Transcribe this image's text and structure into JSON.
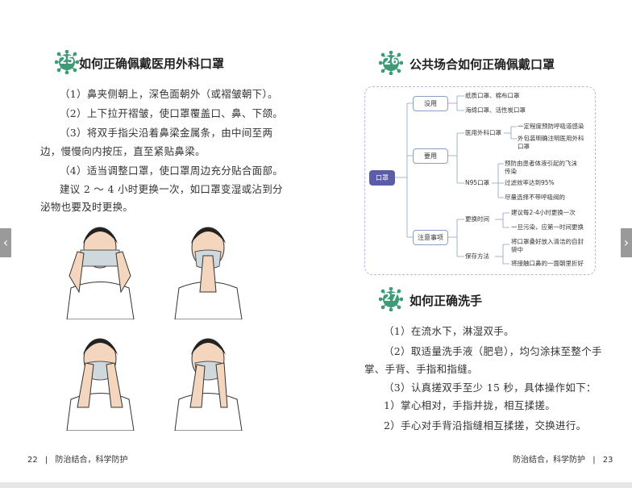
{
  "left_page": {
    "section_number": "25",
    "title": "如何正确佩戴医用外科口罩",
    "lines": [
      "（1）鼻夹侧朝上，深色面朝外（或褶皱朝下）。",
      "（2）上下拉开褶皱，使口罩覆盖口、鼻、下颌。",
      "（3）将双手指尖沿着鼻梁金属条，由中间至两",
      "边，慢慢向内按压，直至紧贴鼻梁。",
      "（4）适当调整口罩，使口罩周边充分贴合面部。",
      "建议 2 ～ 4 小时更换一次，如口罩变湿或沾到分",
      "泌物也要及时更换。"
    ],
    "page_number": "22",
    "footer": "防治结合，科学防护"
  },
  "right_page": {
    "section26": {
      "number": "26",
      "title": "公共场合如何正确佩戴口罩"
    },
    "mindmap": {
      "root": "口罩",
      "b1": "没用",
      "b1_items": [
        "纸质口罩、棉布口罩",
        "海绵口罩、活性炭口罩"
      ],
      "b2": "要用",
      "b2_a": "医用外科口罩",
      "b2_a_items": [
        "一定程度预防呼吸道感染",
        "外包装明确注明医用外科",
        "口罩"
      ],
      "b2_b": "N95口罩",
      "b2_b_items": [
        "预防由患者体液引起的飞沫",
        "传染",
        "过滤效率达到95%",
        "尽量选择不带呼吸阀的"
      ],
      "b3": "注意事项",
      "b3_a": "更换时间",
      "b3_a_items": [
        "建议每2-4小时更换一次",
        "一旦污染，应第一时间更换"
      ],
      "b3_b": "保存方法",
      "b3_b_items": [
        "将口罩叠好放入清洁的自封",
        "袋中",
        "将接触口鼻的一面朝里折好"
      ],
      "root_color": "#5b5ea6"
    },
    "section27": {
      "number": "27",
      "title": "如何正确洗手",
      "lines": [
        "（1）在流水下，淋湿双手。",
        "（2）取适量洗手液（肥皂），均匀涂抹至整个手",
        "掌、手背、手指和指缝。",
        "（3）认真搓双手至少 15 秒，具体操作如下：",
        "1）掌心相对，手指并拢，相互揉搓。",
        "2）手心对手背沿指缝相互揉搓，交换进行。"
      ]
    },
    "page_number": "23",
    "footer": "防治结合，科学防护"
  },
  "nav": {
    "prev": "‹",
    "next": "›"
  },
  "accent": "#3f9a78"
}
